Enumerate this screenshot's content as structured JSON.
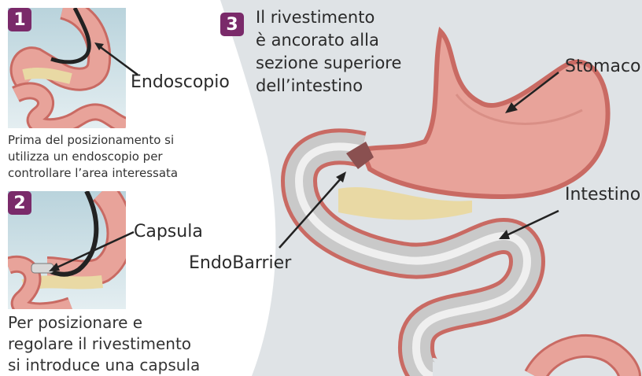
{
  "panels": [
    {
      "number": "1",
      "label": "Endoscopio",
      "caption": [
        "Prima del posizionamento si",
        "utilizza un endoscopio per",
        "controllare l’area interessata"
      ]
    },
    {
      "number": "2",
      "label": "Capsula",
      "caption": [
        "Per posizionare e",
        "regolare il rivestimento",
        "si introduce una capsula"
      ]
    },
    {
      "number": "3",
      "title": [
        "Il rivestimento",
        "è ancorato alla",
        "sezione superiore",
        "dell’intestino"
      ],
      "labels": {
        "stomach": "Stomaco",
        "intestine": "Intestino",
        "device": "EndoBarrier"
      }
    }
  ],
  "colors": {
    "badge": "#7a2a6a",
    "tissue": "#e8a39a",
    "tissue_dark": "#c96a63",
    "bg_panel": "#dfe3e6",
    "liner": "#c9c9c9",
    "fat": "#e9d9a4"
  }
}
